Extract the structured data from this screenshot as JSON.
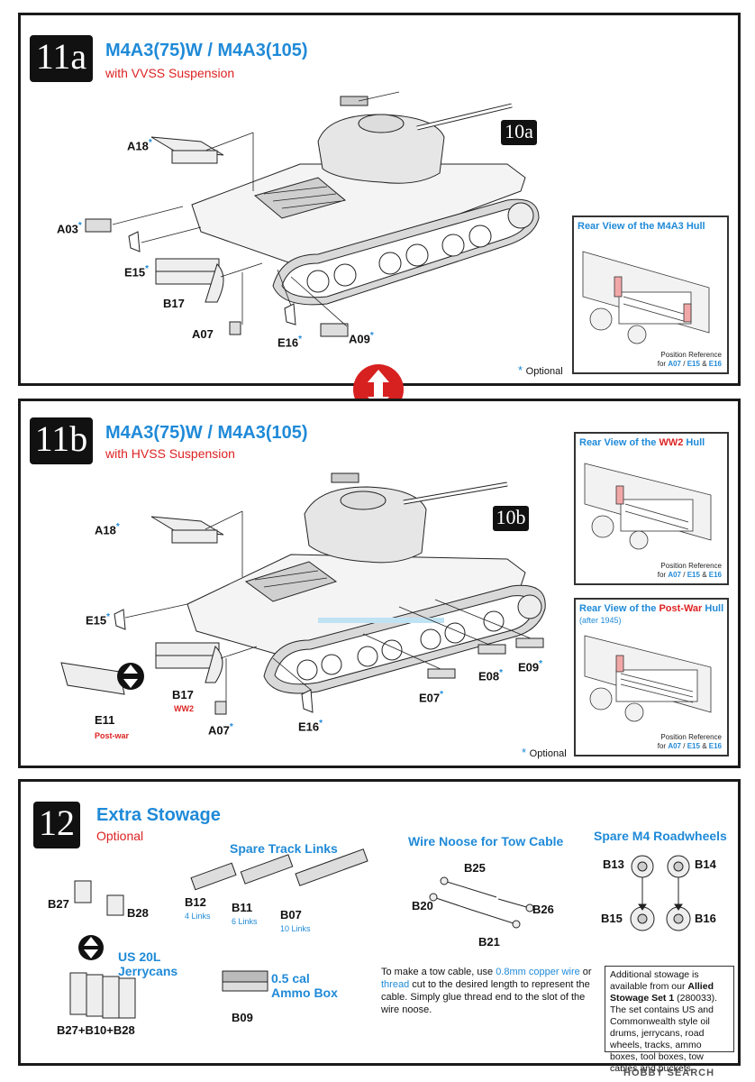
{
  "step11a": {
    "badge": "11a",
    "title": "M4A3(75)W / M4A3(105)",
    "subtitle": "with VVSS Suspension",
    "ref_badge": "10a",
    "parts": {
      "a18": "A18",
      "a03": "A03",
      "e15": "E15",
      "b17": "B17",
      "a07": "A07",
      "e16": "E16",
      "a09": "A09"
    },
    "ref_box": {
      "title": "Rear View of the M4A3 Hull",
      "note_line1": "Position Reference",
      "note_prefix": "for",
      "note_parts": [
        "A07",
        "E15",
        "E16"
      ],
      "note_sep1": "/",
      "note_sep2": "&"
    },
    "optional": "Optional"
  },
  "step11b": {
    "badge": "11b",
    "title": "M4A3(75)W / M4A3(105)",
    "subtitle": "with HVSS Suspension",
    "ref_badge": "10b",
    "parts": {
      "a18": "A18",
      "e15": "E15",
      "b17": "B17",
      "b17_sub": "WW2",
      "e11": "E11",
      "e11_sub": "Post-war",
      "a07": "A07",
      "e16": "E16",
      "e07": "E07",
      "e08": "E08",
      "e09": "E09"
    },
    "ref_box1": {
      "title_pre": "Rear View of the",
      "title_red": "WW2",
      "title_post": "Hull",
      "note_line1": "Position Reference",
      "note_prefix": "for",
      "note_parts": [
        "A07",
        "E15",
        "E16"
      ],
      "note_sep1": "/",
      "note_sep2": "&"
    },
    "ref_box2": {
      "title_pre": "Rear View of the",
      "title_red": "Post-War",
      "title_post": "Hull",
      "title_sub": "(after 1945)",
      "note_line1": "Position Reference",
      "note_prefix": "for",
      "note_parts": [
        "A07",
        "E15",
        "E16"
      ],
      "note_sep1": "/",
      "note_sep2": "&"
    },
    "optional": "Optional"
  },
  "step12": {
    "badge": "12",
    "title": "Extra Stowage",
    "subtitle": "Optional",
    "track": {
      "title": "Spare Track Links",
      "b12": "B12",
      "b12_sub": "4 Links",
      "b11": "B11",
      "b11_sub": "6 Links",
      "b07": "B07",
      "b07_sub": "10 Links"
    },
    "jerry": {
      "b27": "B27",
      "b28": "B28",
      "title_line1": "US 20L",
      "title_line2": "Jerrycans",
      "combo": "B27+B10+B28"
    },
    "ammo": {
      "title_line1": "0.5 cal",
      "title_line2": "Ammo Box",
      "b09": "B09"
    },
    "noose": {
      "title": "Wire Noose for Tow Cable",
      "b25": "B25",
      "b20": "B20",
      "b26": "B26",
      "b21": "B21",
      "text_1": "To make a tow cable, use",
      "text_wire": "0.8mm copper wire",
      "text_or": "or",
      "text_thread": "thread",
      "text_2": "cut to the desired length to represent the cable.  Simply glue thread end to the slot of the wire noose."
    },
    "roadwheels": {
      "title": "Spare M4 Roadwheels",
      "b13": "B13",
      "b14": "B14",
      "b15": "B15",
      "b16": "B16"
    },
    "allied": {
      "text_1": "Additional stowage is available from our",
      "set_name": "Allied Stowage Set 1",
      "text_2": "(280033). The set contains US and Commonwealth style oil drums, jerrycans, road wheels, tracks, ammo boxes, tool boxes, tow cables and buckets."
    }
  },
  "watermark": "HOBBY SEARCH",
  "colors": {
    "accent_blue": "#1f8ad8",
    "accent_red": "#d22222",
    "ink": "#111111"
  }
}
